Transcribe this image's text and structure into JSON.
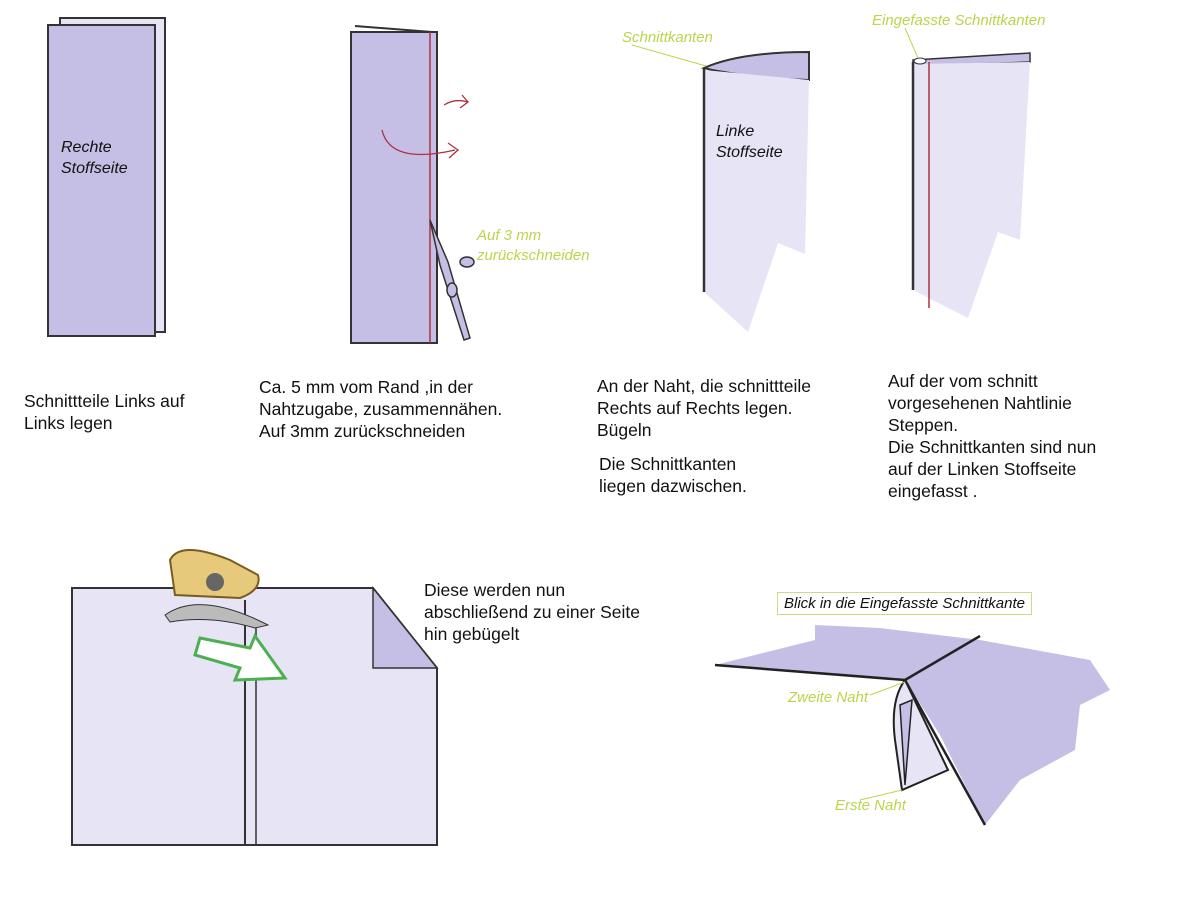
{
  "step1": {
    "label": "Rechte\nStoffseite",
    "caption": "Schnittteile Links auf\nLinks legen"
  },
  "step2": {
    "note": "Auf 3 mm\nzurückschneiden",
    "caption": "Ca. 5 mm vom Rand ,in der\nNahtzugabe, zusammennähen.\nAuf 3mm zurückschneiden"
  },
  "step3": {
    "note": "Schnittkanten",
    "label": "Linke\nStoffseite",
    "caption": "An der Naht, die schnittteile\nRechts auf Rechts legen.\nBügeln",
    "caption2": "Die Schnittkanten\nliegen dazwischen."
  },
  "step4": {
    "note": "Eingefasste Schnittkanten",
    "caption": "Auf der vom schnitt\nvorgesehenen Nahtlinie\nSteppen.\nDie Schnittkanten sind nun\nauf der Linken Stoffseite\neingefasst ."
  },
  "step5": {
    "caption": "Diese werden nun\nabschließend zu einer Seite\nhin gebügelt"
  },
  "step6": {
    "title": "Blick in die Eingefasste  Schnittkante",
    "seam2": "Zweite Naht",
    "seam1": "Erste Naht"
  },
  "colors": {
    "fabric": "#c5bfe6",
    "fabric_light": "#e6e4f5",
    "annotation": "#b9d64a",
    "seam": "#b03040"
  }
}
